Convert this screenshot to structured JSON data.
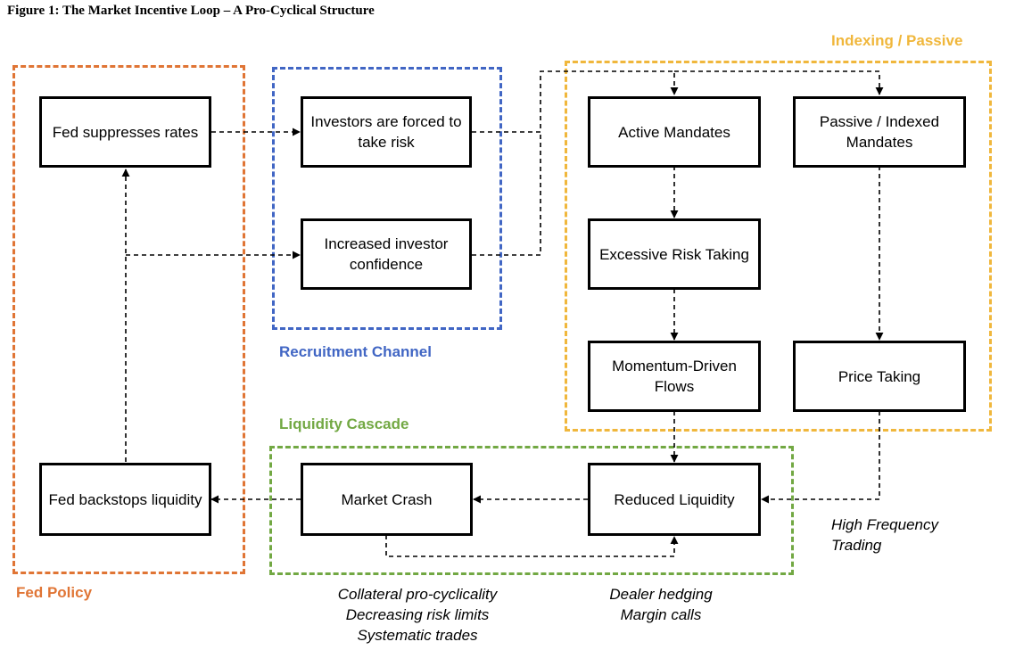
{
  "figure_title": "Figure 1: The Market Incentive Loop – A Pro-Cyclical Structure",
  "groups": {
    "fed_policy": {
      "label": "Fed Policy",
      "color": "#e07535"
    },
    "recruitment": {
      "label": "Recruitment Channel",
      "color": "#4166c4"
    },
    "indexing": {
      "label": "Indexing / Passive",
      "color": "#f0b73c"
    },
    "liquidity": {
      "label": "Liquidity Cascade",
      "color": "#72a843"
    }
  },
  "nodes": {
    "fed_suppresses": "Fed suppresses rates",
    "investors_forced": "Investors are forced to take risk",
    "increased_confidence": "Increased investor confidence",
    "active_mandates": "Active Mandates",
    "passive_mandates": "Passive / Indexed Mandates",
    "excessive_risk": "Excessive Risk Taking",
    "momentum_flows": "Momentum-Driven Flows",
    "price_taking": "Price Taking",
    "reduced_liquidity": "Reduced Liquidity",
    "market_crash": "Market Crash",
    "fed_backstops": "Fed backstops liquidity"
  },
  "notes": {
    "hft": [
      "High Frequency",
      "Trading"
    ],
    "crash_loop": [
      "Collateral pro-cyclicality",
      "Decreasing risk limits",
      "Systematic trades"
    ],
    "dealer": [
      "Dealer hedging",
      "Margin calls"
    ]
  }
}
